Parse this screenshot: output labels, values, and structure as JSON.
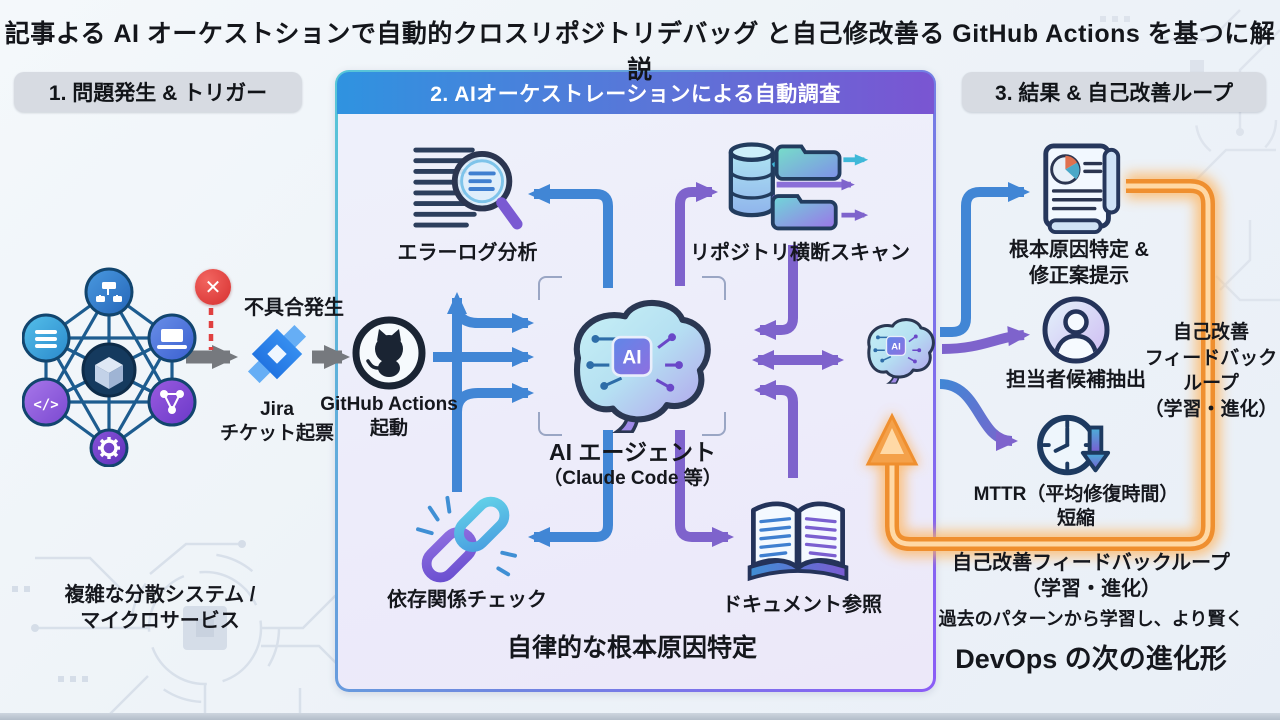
{
  "title": "記事よる AI オーケストションで自動的クロスリポジトリデバッグ と自己修改善る GitHub Actions を基つに解説",
  "colors": {
    "header_gradient_start": "#2f93e0",
    "header_gradient_end": "#7a55d2",
    "arrow_blue": "#4186d5",
    "arrow_purple": "#7e63cc",
    "arrow_gray": "#76797e",
    "loop_orange": "#ef8f2f",
    "alert_red": "#d62f2f"
  },
  "section1": {
    "header": "1. 問題発生 & トリガー",
    "system_line1": "複雑な分散システム /",
    "system_line2": "マイクロサービス",
    "failure": "不具合発生",
    "jira_line1": "Jira",
    "jira_line2": "チケット起票",
    "github_line1": "GitHub Actions",
    "github_line2": "起動"
  },
  "section2": {
    "header": "2. AIオーケストレーションによる自動調査",
    "error_log": "エラーログ分析",
    "repo_scan": "リポジトリ横断スキャン",
    "ai_chip": "AI",
    "agent_line1": "AI エージェント",
    "agent_line2": "（Claude Code 等）",
    "dependency": "依存関係チェック",
    "document": "ドキュメント参照",
    "footer": "自律的な根本原因特定"
  },
  "section3": {
    "header": "3. 結果 & 自己改善ループ",
    "root_cause_line1": "根本原因特定 &",
    "root_cause_line2": "修正案提示",
    "assignee": "担当者候補抽出",
    "mttr_line1": "MTTR（平均修復時間）",
    "mttr_line2": "短縮",
    "loop_side_line1": "自己改善",
    "loop_side_line2": "フィードバック",
    "loop_side_line3": "ループ",
    "loop_side_line4": "（学習・進化）",
    "loop_bottom_line1": "自己改善フィードバックループ",
    "loop_bottom_line2": "（学習・進化）",
    "note": "過去のパターンから学習し、より賢く",
    "devops": "DevOps の次の進化形"
  },
  "icons": {
    "left": [
      "distributed-system-network-icon",
      "error-x-icon",
      "jira-icon",
      "github-icon"
    ],
    "middle": [
      "log-search-icon",
      "repo-scan-icon",
      "ai-brain-icon",
      "chain-link-icon",
      "open-book-icon"
    ],
    "right": [
      "ai-brain-small-icon",
      "report-scroll-icon",
      "assignee-person-icon",
      "mttr-clock-icon"
    ]
  }
}
